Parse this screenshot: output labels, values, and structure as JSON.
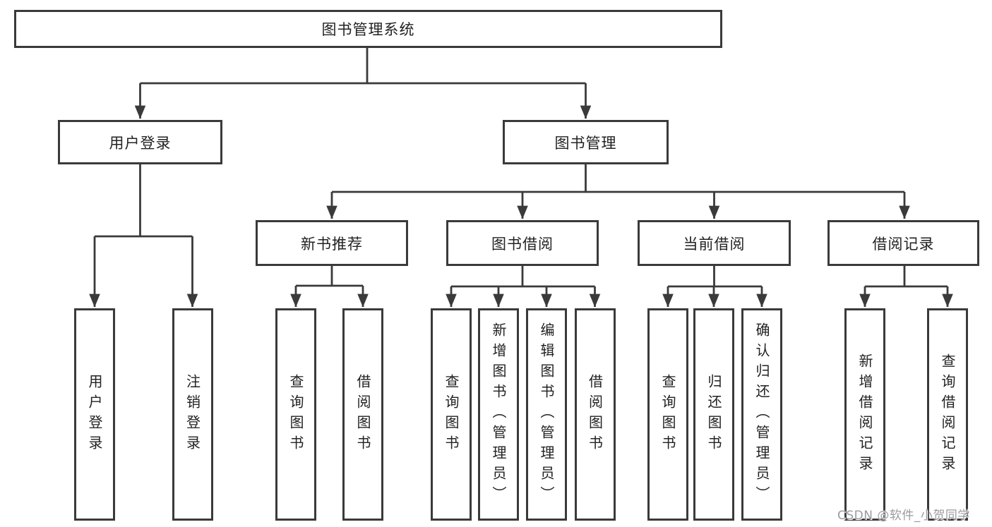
{
  "diagram": {
    "root": {
      "label": "图书管理系统"
    },
    "level2": [
      {
        "id": "user-login",
        "label": "用户登录"
      },
      {
        "id": "book-management",
        "label": "图书管理"
      }
    ],
    "level3": [
      {
        "id": "new-book-recommend",
        "label": "新书推荐"
      },
      {
        "id": "book-borrow",
        "label": "图书借阅"
      },
      {
        "id": "current-borrow",
        "label": "当前借阅"
      },
      {
        "id": "borrow-records",
        "label": "借阅记录"
      }
    ],
    "leaves": [
      {
        "group": "user-login",
        "label": "用户登录"
      },
      {
        "group": "user-login",
        "label": "注销登录"
      },
      {
        "group": "new-book-recommend",
        "label": "查询图书"
      },
      {
        "group": "new-book-recommend",
        "label": "借阅图书"
      },
      {
        "group": "book-borrow",
        "label": "查询图书"
      },
      {
        "group": "book-borrow",
        "label": "新增图书（管理员）"
      },
      {
        "group": "book-borrow",
        "label": "编辑图书（管理员）"
      },
      {
        "group": "book-borrow",
        "label": "借阅图书"
      },
      {
        "group": "current-borrow",
        "label": "查询图书"
      },
      {
        "group": "current-borrow",
        "label": "归还图书"
      },
      {
        "group": "current-borrow",
        "label": "确认归还（管理员）"
      },
      {
        "group": "borrow-records",
        "label": "新增借阅记录"
      },
      {
        "group": "borrow-records",
        "label": "查询借阅记录"
      }
    ]
  },
  "watermark": {
    "text": "CSDN @软件_小贺同学"
  },
  "colors": {
    "line": "#3a3a3a",
    "text": "#222222",
    "watermark": "#9b9ba0",
    "background": "#ffffff"
  }
}
